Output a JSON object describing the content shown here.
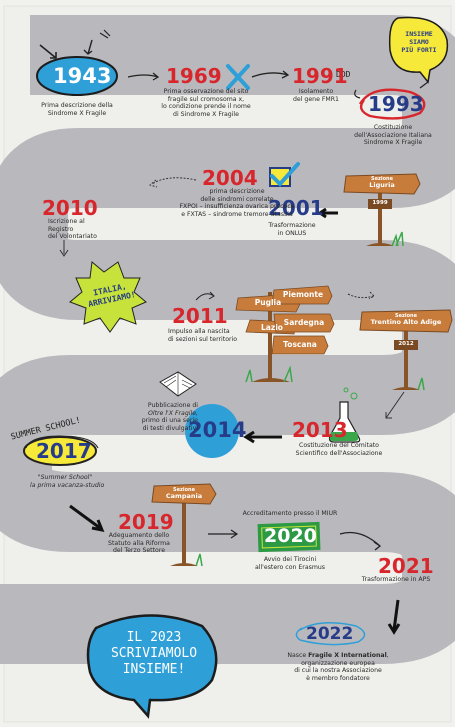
{
  "badges": {
    "insieme": [
      "INSIEME",
      "SIAMO",
      "PIÙ FORTI"
    ],
    "italia": [
      "ITALIA,",
      "ARRIVIAMO!"
    ],
    "summer": "SUMMER SCHOOL!",
    "final": [
      "IL 2023",
      "SCRIVIAMOLO",
      "INSIEME!"
    ]
  },
  "events": [
    {
      "year": "1943",
      "desc": [
        "Prima descrizione della",
        "Sindrome X Fragile"
      ]
    },
    {
      "year": "1969",
      "desc": [
        "Prima osservazione del sito",
        "fragile sul cromosoma x,",
        "lo condizione prende il nome",
        "di Sindrome X Fragile"
      ]
    },
    {
      "year": "1991",
      "desc": [
        "Isolamento",
        "del gene FMR1"
      ]
    },
    {
      "year": "1993",
      "desc": [
        "Costituzione",
        "dell'Associazione Italiana",
        "Sindrome X Fragile"
      ]
    },
    {
      "year": "2004",
      "desc": [
        "prima descrizione",
        "delle sindromi correlate",
        "FXPOI – insufficienza ovarica precoce",
        "e FXTAS – sindrome tremore-atassia"
      ]
    },
    {
      "year": "2001",
      "desc": [
        "Trasformazione",
        "in ONLUS"
      ]
    },
    {
      "year": "2010",
      "desc": [
        "Iscrizione al",
        "Registro",
        "del Volontariato"
      ]
    },
    {
      "year": "2011",
      "desc": [
        "Impulso alla nascita",
        "di sezioni sul territorio"
      ]
    },
    {
      "year": "2014",
      "desc": []
    },
    {
      "year": "2013",
      "desc": [
        "Costituzione del Comitato",
        "Scientifico dell'Associazione"
      ]
    },
    {
      "year": "2017",
      "desc": [
        "\"Summer School\"",
        "la prima vacanza-studio"
      ]
    },
    {
      "year": "2019",
      "desc": [
        "Adeguamento dello",
        "Statuto alla Riforma",
        "del Terzo Settore"
      ]
    },
    {
      "year": "2020",
      "desc": [
        "Avvio dei Tirocini",
        "all'estero con Erasmus"
      ]
    },
    {
      "year": "2021",
      "desc": [
        "Trasformazione in APS"
      ]
    }
  ],
  "publication": {
    "line1": "Pubblicazione di",
    "book_title": "Oltre l'X Fragile,",
    "rest": [
      "primo di una serie",
      "di testi divulgativi"
    ]
  },
  "miur": "Accreditamento presso il MIUR",
  "event_2022": {
    "year": "2022",
    "line1_pre": "Nasce ",
    "line1_bold": "Fragile X International",
    "line1_post": ",",
    "rest": [
      "organizzazione europea",
      "di cui la nostra Associazione",
      "è membro fondatore"
    ]
  },
  "signs": {
    "liguria": [
      "Sezione",
      "Liguria"
    ],
    "liguria_year": "1999",
    "trentino": [
      "Sezione",
      "Trentino Alto Adige"
    ],
    "trentino_year": "2012",
    "regions": [
      "Puglia",
      "Piemonte",
      "Lazio",
      "Sardegna",
      "Toscana"
    ],
    "campania": [
      "Sezione",
      "Campania"
    ]
  },
  "doodles": {
    "ddd": "DDD"
  },
  "colors": {
    "road": "#b9b9bd",
    "accent_red": "#d8262d",
    "accent_blue": "#263c88",
    "bubble_blue": "#2f9fd8",
    "sticker_yellow": "#f6e93a",
    "sticker_green": "#c7e33b",
    "wood": "#c77c3c",
    "badge_green": "#2c9a44"
  }
}
